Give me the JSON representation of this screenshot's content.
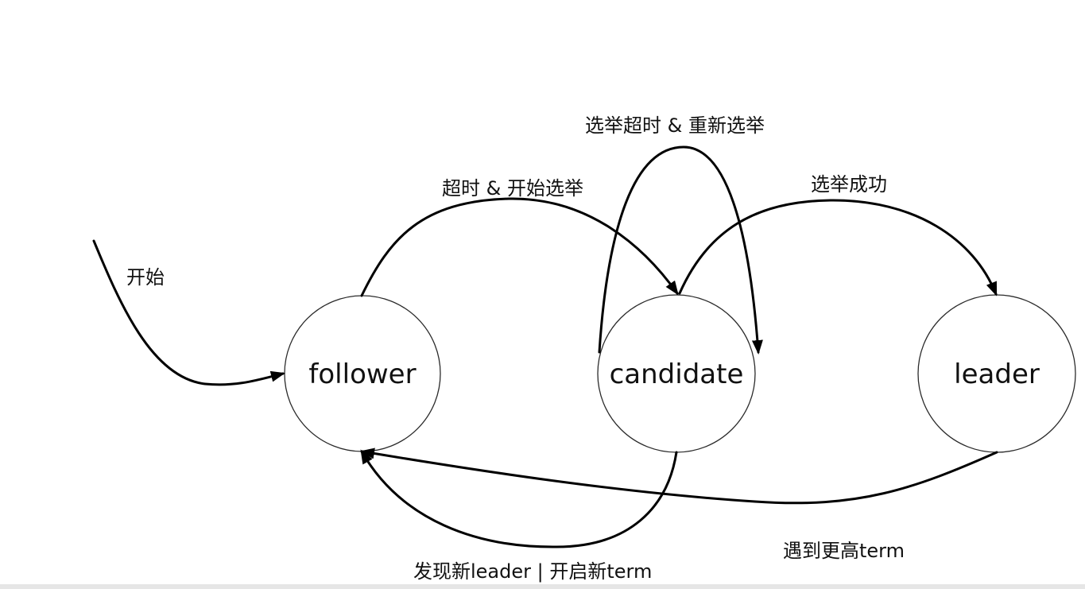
{
  "states": {
    "follower": "follower",
    "candidate": "candidate",
    "leader": "leader"
  },
  "transitions": {
    "start": "开始",
    "timeout_start_election": "超时 & 开始选举",
    "election_timeout_reelect": "选举超时 & 重新选举",
    "election_success": "选举成功",
    "discover_leader_or_new_term": "发现新leader | 开启新term",
    "higher_term": "遇到更高term"
  },
  "colors": {
    "line": "#000000",
    "circle_stroke": "#2b2b2b",
    "text": "#111111",
    "background": "#ffffff"
  }
}
